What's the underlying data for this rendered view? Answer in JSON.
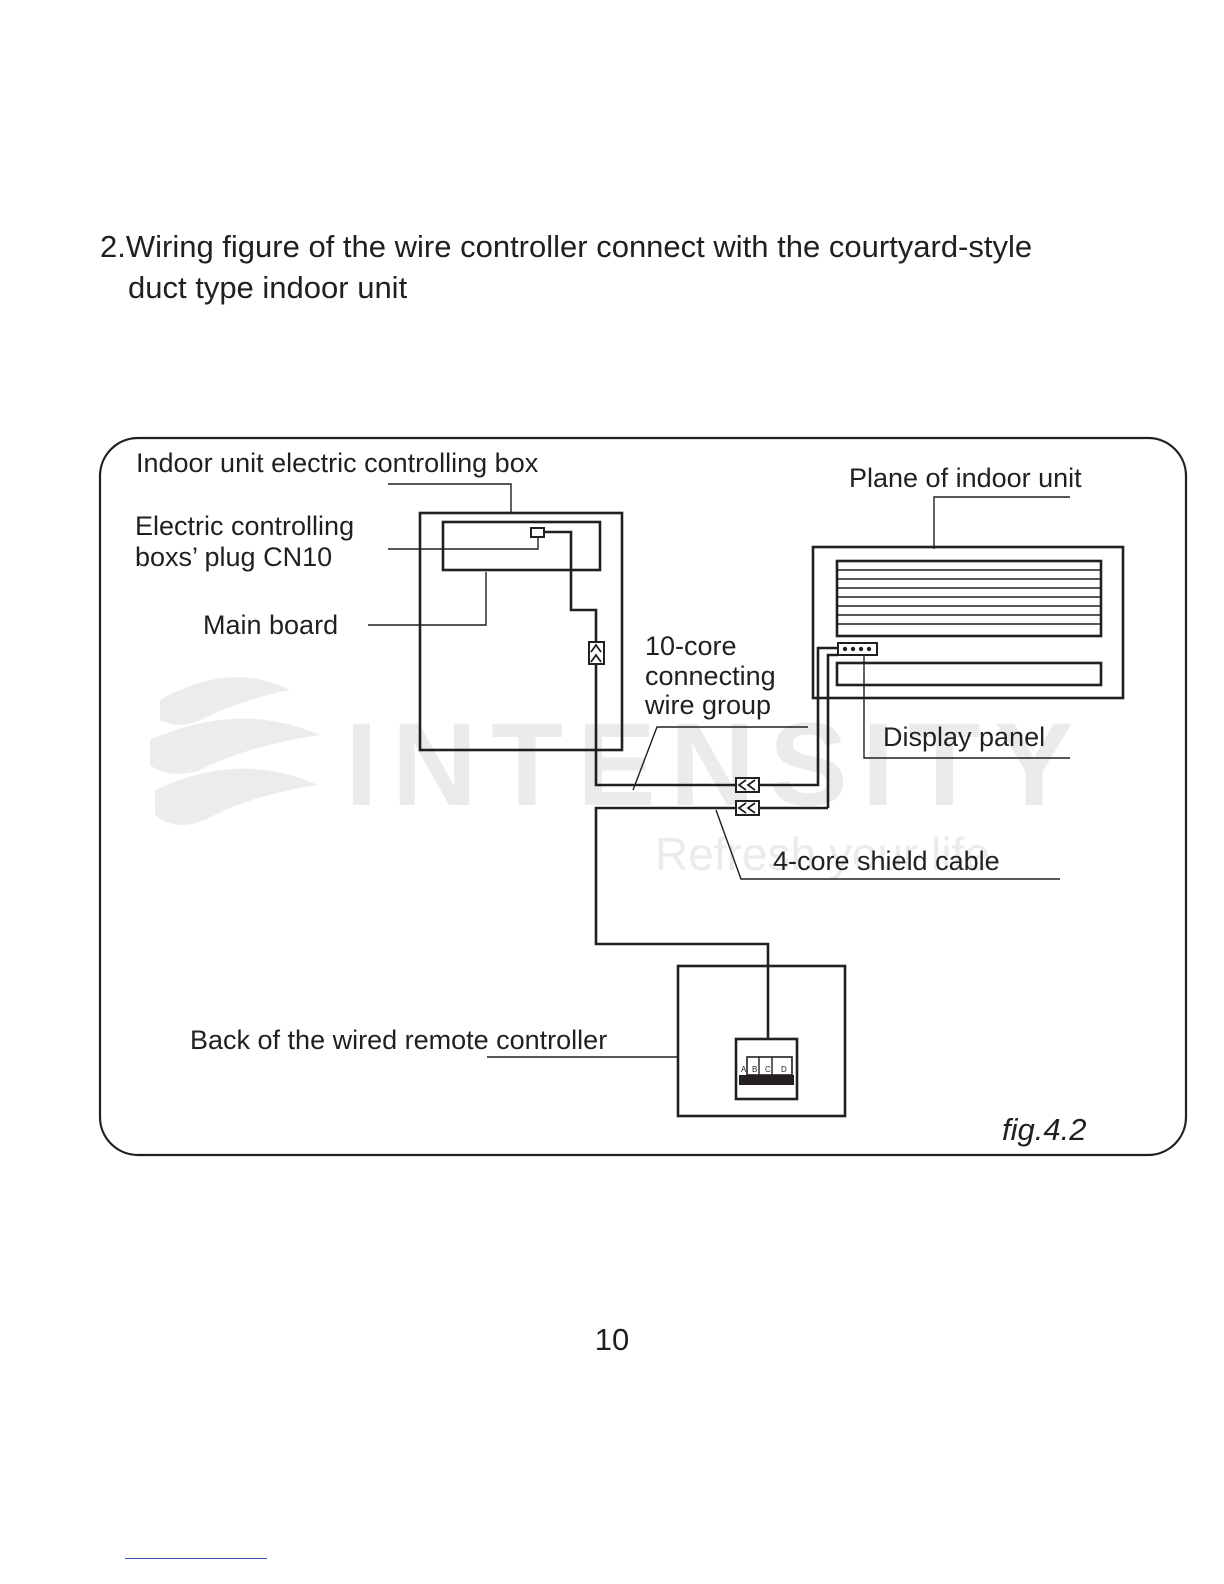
{
  "heading": {
    "line1": "2.Wiring figure of the wire controller connect with the courtyard-style",
    "line2": "duct type indoor unit"
  },
  "diagram": {
    "labels": {
      "indoor_box": "Indoor unit electric controlling box",
      "plug_line1": "Electric controlling",
      "plug_line2": "boxs’ plug CN10",
      "main_board": "Main board",
      "plane": "Plane of indoor unit",
      "ten_core_1": "10-core",
      "ten_core_2": "connecting",
      "ten_core_3": "wire group",
      "display_panel": "Display panel",
      "four_core": "4-core shield cable",
      "remote_back": "Back of the wired remote controller",
      "fig": "fig.4.2"
    },
    "terminals": [
      "A",
      "B",
      "C",
      "D"
    ],
    "watermark": {
      "brand": "INTENSITY",
      "slogan": "Refresh your life"
    }
  },
  "page_number": "10"
}
